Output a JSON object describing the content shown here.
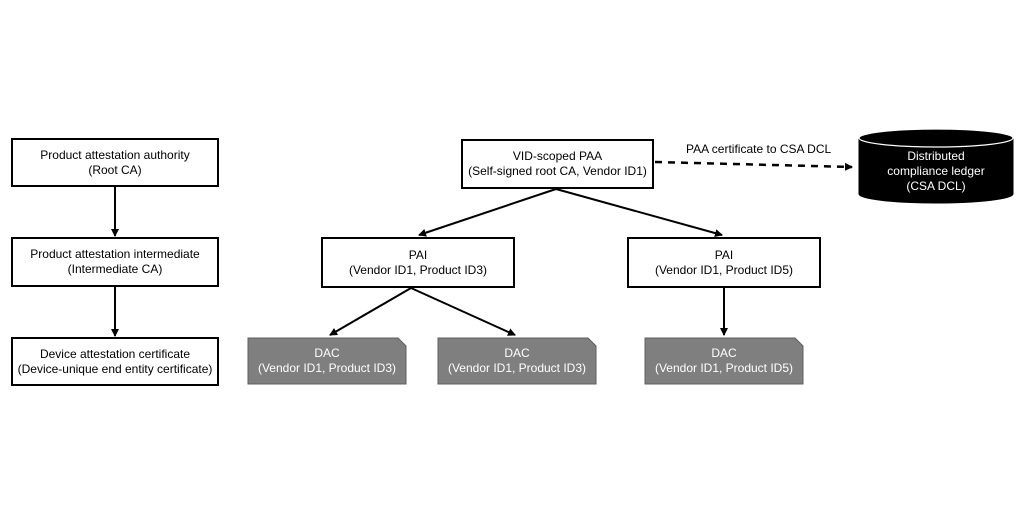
{
  "left_chain": {
    "paa": {
      "line1": "Product attestation authority",
      "line2": "(Root CA)"
    },
    "pai": {
      "line1": "Product attestation intermediate",
      "line2": "(Intermediate CA)"
    },
    "dac": {
      "line1": "Device attestation certificate",
      "line2": "(Device-unique end entity certificate)"
    }
  },
  "tree": {
    "paa": {
      "line1": "VID-scoped PAA",
      "line2": "(Self-signed root CA, Vendor ID1)"
    },
    "pai_left": {
      "line1": "PAI",
      "line2": "(Vendor ID1, Product ID3)"
    },
    "pai_right": {
      "line1": "PAI",
      "line2": "(Vendor ID1, Product ID5)"
    },
    "dacs": [
      {
        "line1": "DAC",
        "line2": "(Vendor ID1, Product ID3)"
      },
      {
        "line1": "DAC",
        "line2": "(Vendor ID1, Product ID3)"
      },
      {
        "line1": "DAC",
        "line2": "(Vendor ID1, Product ID5)"
      }
    ]
  },
  "dcl_edge_label": "PAA certificate to CSA DCL",
  "ledger": {
    "line1": "Distributed",
    "line2": "compliance ledger",
    "line3": "(CSA DCL)"
  },
  "colors": {
    "dac_fill": "#7f7f7f",
    "ledger_fill": "#000000",
    "line": "#000000"
  }
}
